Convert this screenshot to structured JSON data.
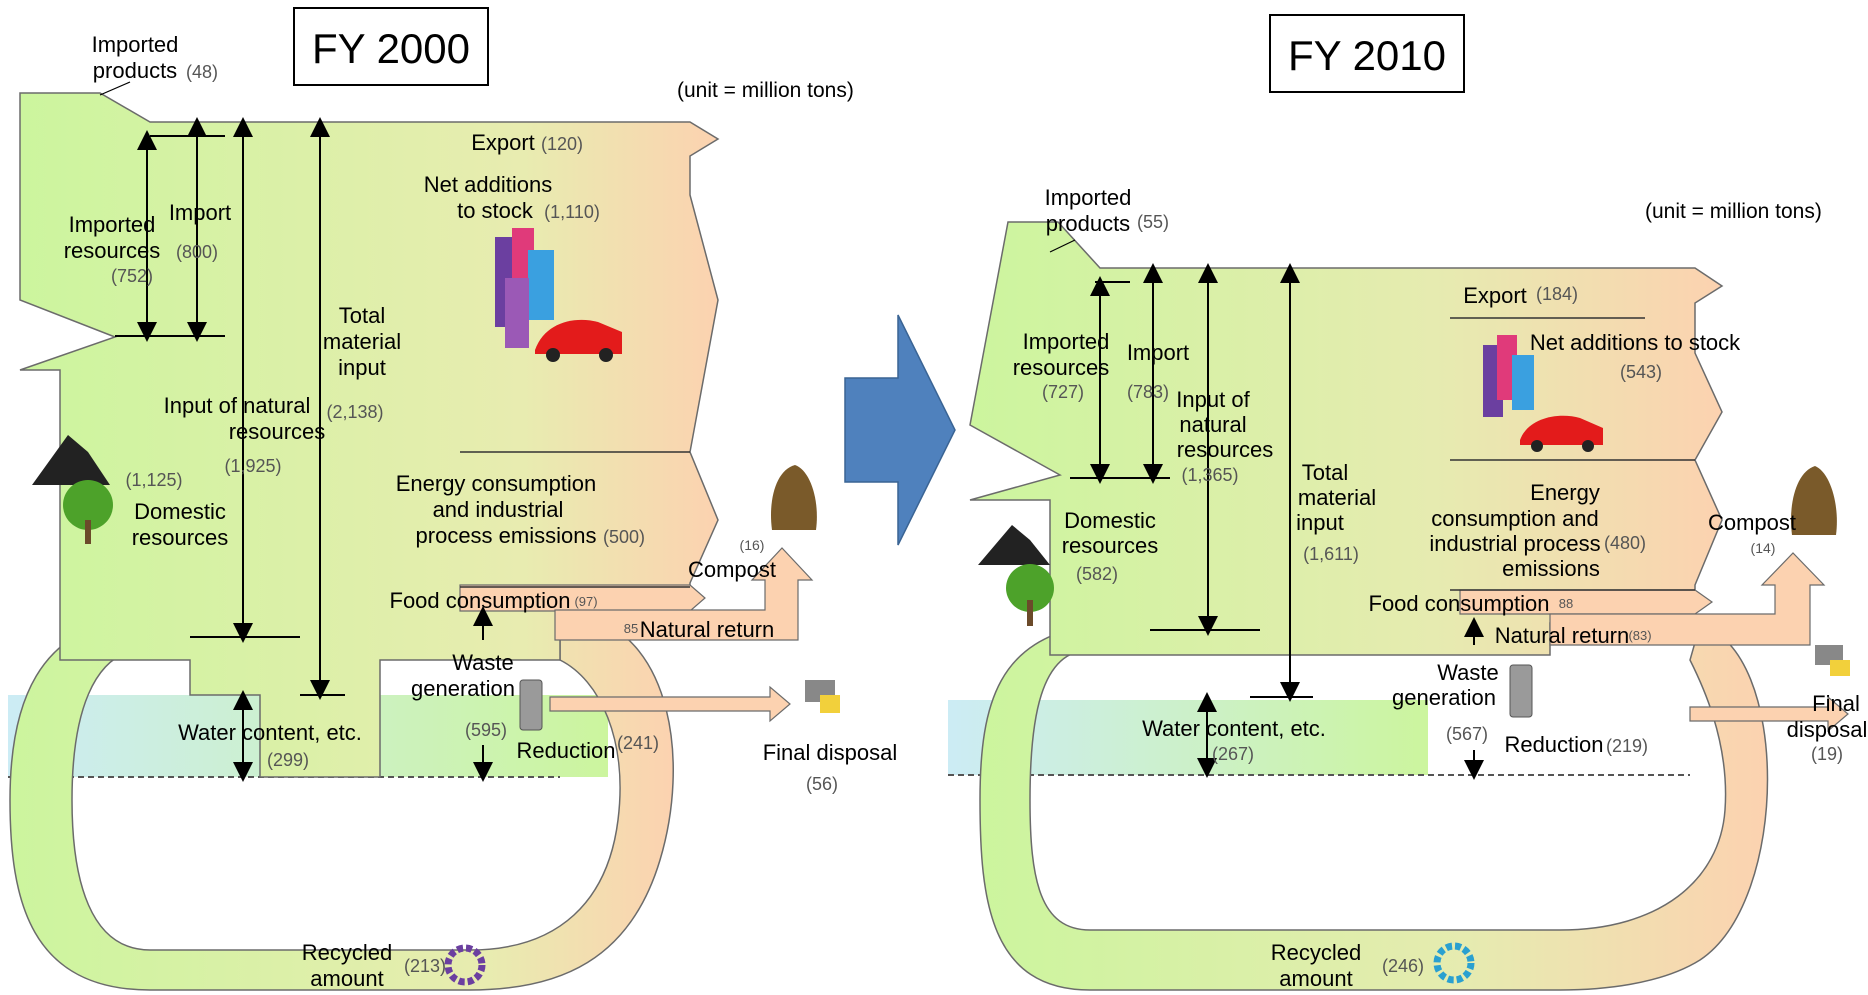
{
  "fy2000": {
    "title": "FY 2000",
    "unit": "(unit = million tons)",
    "imported_products": {
      "label_1": "Imported",
      "label_2": "products",
      "value": "(48)"
    },
    "imported_resources": {
      "label_1": "Imported",
      "label_2": "resources",
      "value": "(752)"
    },
    "import": {
      "label": "Import",
      "value": "(800)"
    },
    "input_natural": {
      "label_1": "Input of natural",
      "label_2": "resources",
      "value": "(1,925)"
    },
    "total_input": {
      "label_1": "Total",
      "label_2": "material",
      "label_3": "input",
      "value": "(2,138)"
    },
    "domestic": {
      "label_1": "Domestic",
      "label_2": "resources",
      "value": "(1,125)"
    },
    "water": {
      "label": "Water content, etc.",
      "value": "(299)"
    },
    "export": {
      "label": "Export",
      "value": "(120)"
    },
    "net_stock": {
      "label_1": "Net additions",
      "label_2": "to stock",
      "value": "(1,110)"
    },
    "energy": {
      "label_1": "Energy consumption",
      "label_2": "and industrial",
      "label_3": "process emissions",
      "value": "(500)"
    },
    "food": {
      "label": "Food consumption",
      "value": "(97)"
    },
    "natural_return": {
      "label": "Natural return",
      "value": "85"
    },
    "compost": {
      "label": "Compost",
      "value": "(16)"
    },
    "waste": {
      "label_1": "Waste",
      "label_2": "generation",
      "value": "(595)"
    },
    "reduction": {
      "label": "Reduction",
      "value": "(241)"
    },
    "final_disposal": {
      "label": "Final disposal",
      "value": "(56)"
    },
    "recycled": {
      "label_1": "Recycled",
      "label_2": "amount",
      "value": "(213)"
    }
  },
  "fy2010": {
    "title": "FY 2010",
    "unit": "(unit = million tons)",
    "imported_products": {
      "label_1": "Imported",
      "label_2": "products",
      "value": "(55)"
    },
    "imported_resources": {
      "label_1": "Imported",
      "label_2": "resources",
      "value": "(727)"
    },
    "import": {
      "label": "Import",
      "value": "(783)"
    },
    "input_natural": {
      "label_1": "Input of",
      "label_2": "natural",
      "label_3": "resources",
      "value": "(1,365)"
    },
    "total_input": {
      "label_1": "Total",
      "label_2": "material",
      "label_3": "input",
      "value": "(1,611)"
    },
    "domestic": {
      "label_1": "Domestic",
      "label_2": "resources",
      "value": "(582)"
    },
    "water": {
      "label": "Water content, etc.",
      "value": "(267)"
    },
    "export": {
      "label": "Export",
      "value": "(184)"
    },
    "net_stock": {
      "label": "Net additions to stock",
      "value": "(543)"
    },
    "energy": {
      "label_1": "Energy",
      "label_2": "consumption and",
      "label_3": "industrial process",
      "label_4": "emissions",
      "value": "(480)"
    },
    "food": {
      "label": "Food consumption",
      "value": "88"
    },
    "natural_return": {
      "label": "Natural return",
      "value": "(83)"
    },
    "compost": {
      "label": "Compost",
      "value": "(14)"
    },
    "waste": {
      "label_1": "Waste",
      "label_2": "generation",
      "value": "(567)"
    },
    "reduction": {
      "label": "Reduction",
      "value": "(219)"
    },
    "final_disposal": {
      "label_1": "Final",
      "label_2": "disposal",
      "value": "(19)"
    },
    "recycled": {
      "label_1": "Recycled",
      "label_2": "amount",
      "value": "(246)"
    }
  },
  "colors": {
    "green": "#ccf59e",
    "peach": "#fcd2b0",
    "water": "#ccecf5",
    "arrow_blue": "#4f81bd",
    "stroke": "#6b6b6b"
  }
}
